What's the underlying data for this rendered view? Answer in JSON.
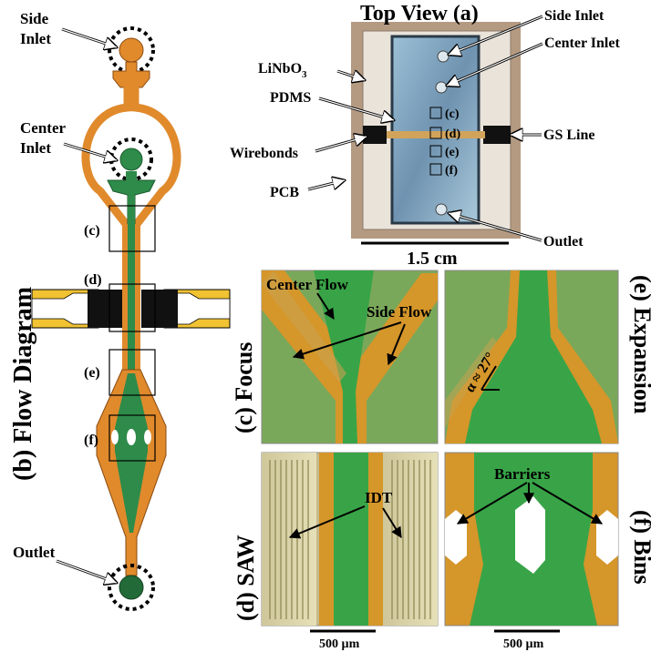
{
  "top_view": {
    "title": "Top View (a)",
    "labels": {
      "side_inlet": "Side Inlet",
      "center_inlet": "Center Inlet",
      "linbo3": "LiNbO",
      "linbo3_sub": "3",
      "pdms": "PDMS",
      "wirebonds": "Wirebonds",
      "pcb": "PCB",
      "gs_line": "GS Line",
      "outlet": "Outlet",
      "box_c": "(c)",
      "box_d": "(d)",
      "box_e": "(e)",
      "box_f": "(f)"
    },
    "scale": "1.5 cm"
  },
  "flow_diagram": {
    "title": "(b) Flow Diagram",
    "side_inlet": [
      "Side",
      "Inlet"
    ],
    "center_inlet": [
      "Center",
      "Inlet"
    ],
    "outlet": "Outlet",
    "markers": [
      "(c)",
      "(d)",
      "(e)",
      "(f)"
    ]
  },
  "panels": {
    "c": {
      "title": "(c) Focus",
      "center_flow": "Center Flow",
      "side_flow": "Side Flow"
    },
    "e": {
      "title": "(e) Expansion",
      "angle": "α ≈ 27°"
    },
    "d": {
      "title": "(d) SAW",
      "idt": "IDT",
      "scale": "500 µm"
    },
    "f": {
      "title": "(f) Bins",
      "barriers": "Barriers",
      "scale": "500 µm"
    }
  },
  "colors": {
    "orange": "#e08a2c",
    "green": "#2e8b4a",
    "dark_green": "#226b39",
    "gold": "#f1c232",
    "chip_blue": "#7fa6c2",
    "pcb_tan": "#b59a82",
    "channel_orange": "#d5962a",
    "channel_green": "#38a447"
  }
}
